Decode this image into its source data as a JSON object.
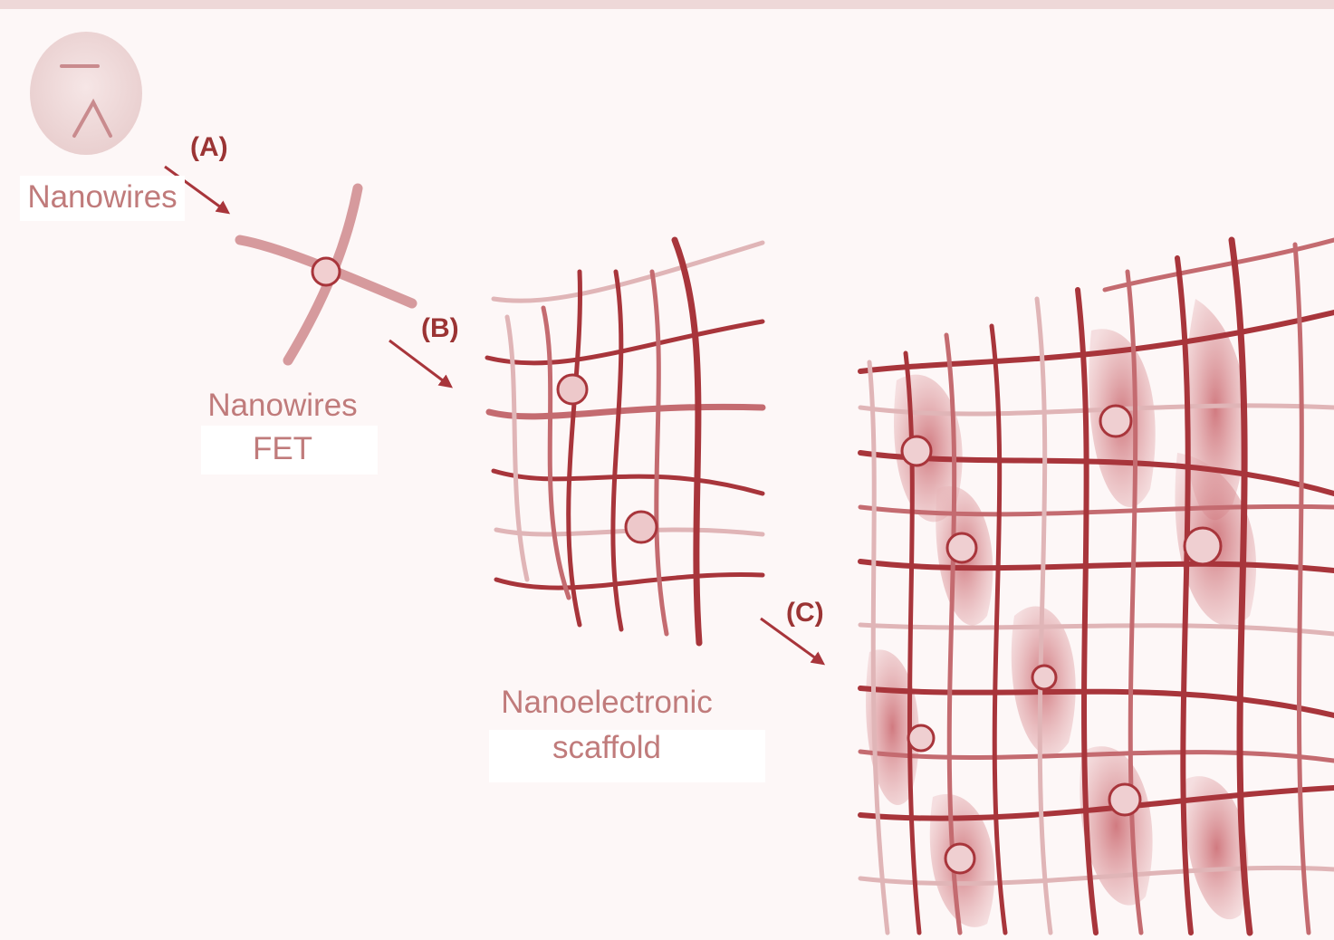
{
  "labels": {
    "nanowires": "Nanowires",
    "fet_line1": "Nanowires",
    "fet_line2": "FET",
    "scaffold_line1": "Nanoelectronic",
    "scaffold_line2": "scaffold"
  },
  "steps": {
    "a": "(A)",
    "b": "(B)",
    "c": "(C)"
  },
  "colors": {
    "wire_dark": "#a8353b",
    "wire_mid": "#c46b70",
    "wire_light": "#e0b5b7",
    "label": "#c07b7b",
    "step_label": "#9b3434",
    "cell_fill": "#d88a90",
    "background": "#fdf7f7"
  }
}
